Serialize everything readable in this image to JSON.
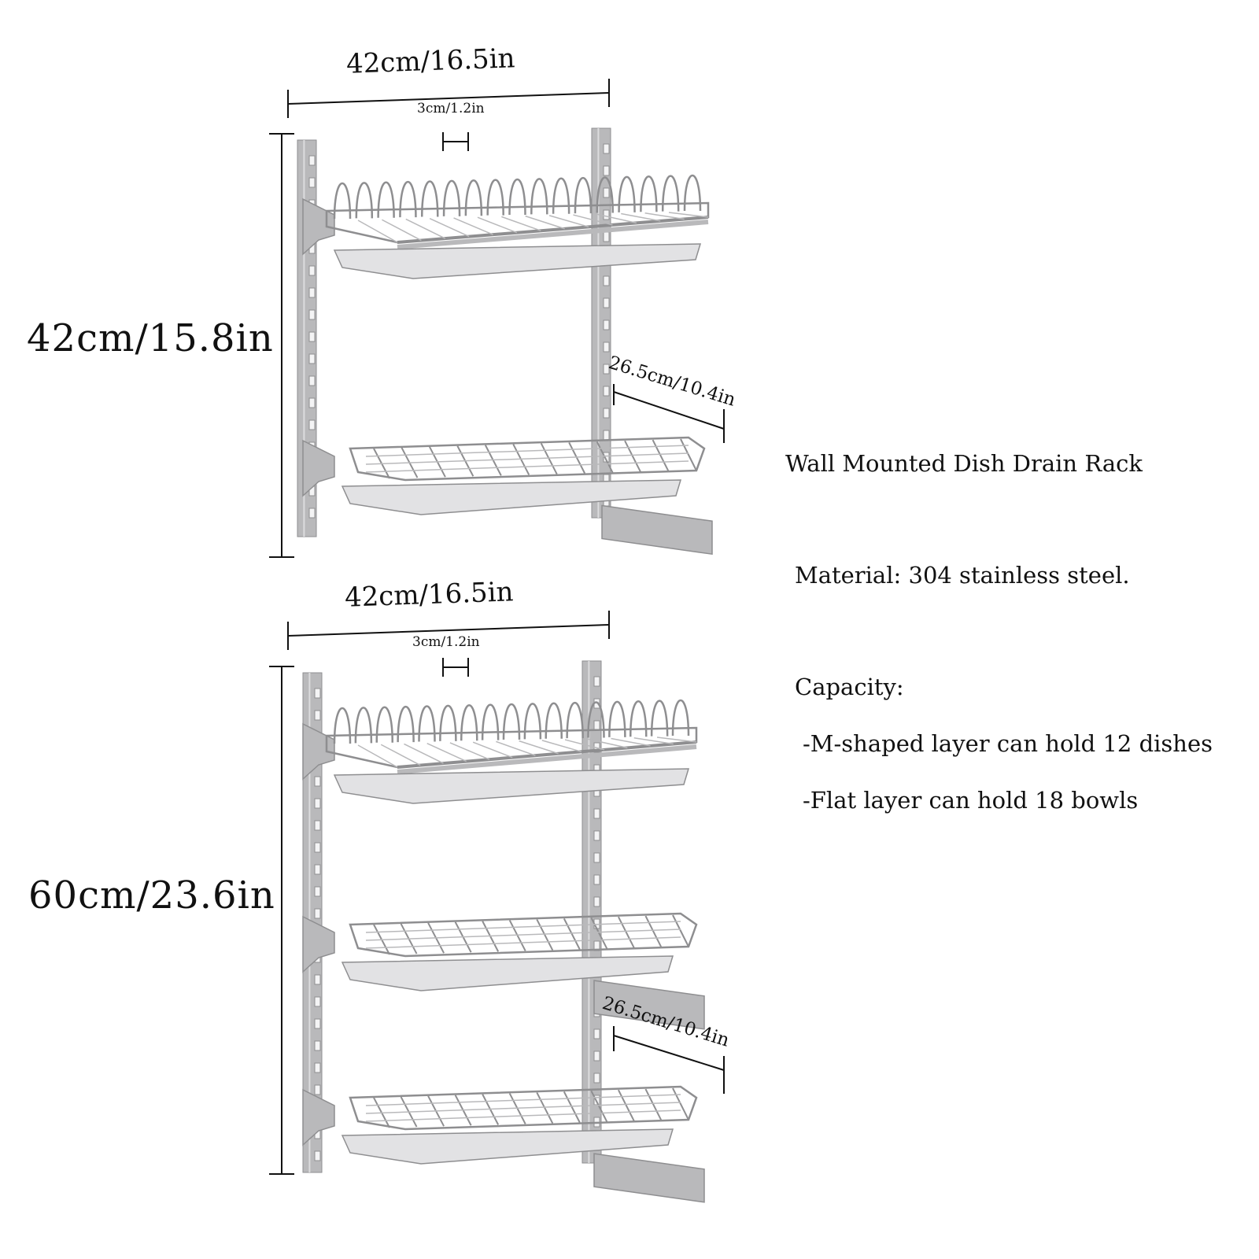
{
  "top_figure": {
    "width_label": "42cm/16.5in",
    "spacing_label": "3cm/1.2in",
    "height_label": "42cm/15.8in",
    "depth_label": "26.5cm/10.4in"
  },
  "bottom_figure": {
    "width_label": "42cm/16.5in",
    "spacing_label": "3cm/1.2in",
    "height_label": "60cm/23.6in",
    "depth_label": "26.5cm/10.4in"
  },
  "info": {
    "title": "Wall Mounted Dish Drain Rack",
    "material": "Material: 304 stainless steel.",
    "capacity_heading": "Capacity:",
    "capacity_m_layer": "-M-shaped layer can hold 12 dishes",
    "capacity_flat_layer": "-Flat layer can hold 18 bowls"
  },
  "colors": {
    "steel": "#b9b9bb",
    "steel_dark": "#8e8e90",
    "tray": "#e2e2e4",
    "line": "#111111"
  }
}
